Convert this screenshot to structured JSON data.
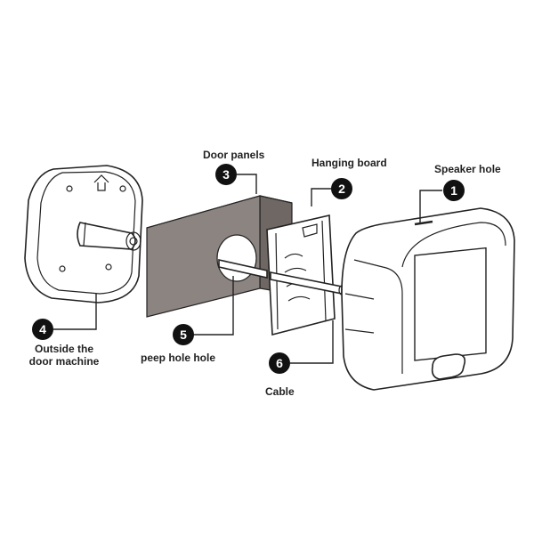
{
  "colors": {
    "ink": "#222222",
    "panel_face": "#8c8480",
    "panel_top": "#a7a09c",
    "panel_side": "#6e6763",
    "badge": "#111111"
  },
  "callouts": [
    {
      "number": "1",
      "label": "Speaker hole"
    },
    {
      "number": "2",
      "label": "Hanging board"
    },
    {
      "number": "3",
      "label": "Door panels"
    },
    {
      "number": "4",
      "label_lines": [
        "Outside the",
        "door machine"
      ]
    },
    {
      "number": "5",
      "label": "peep hole hole"
    },
    {
      "number": "6",
      "label": "Cable"
    }
  ]
}
